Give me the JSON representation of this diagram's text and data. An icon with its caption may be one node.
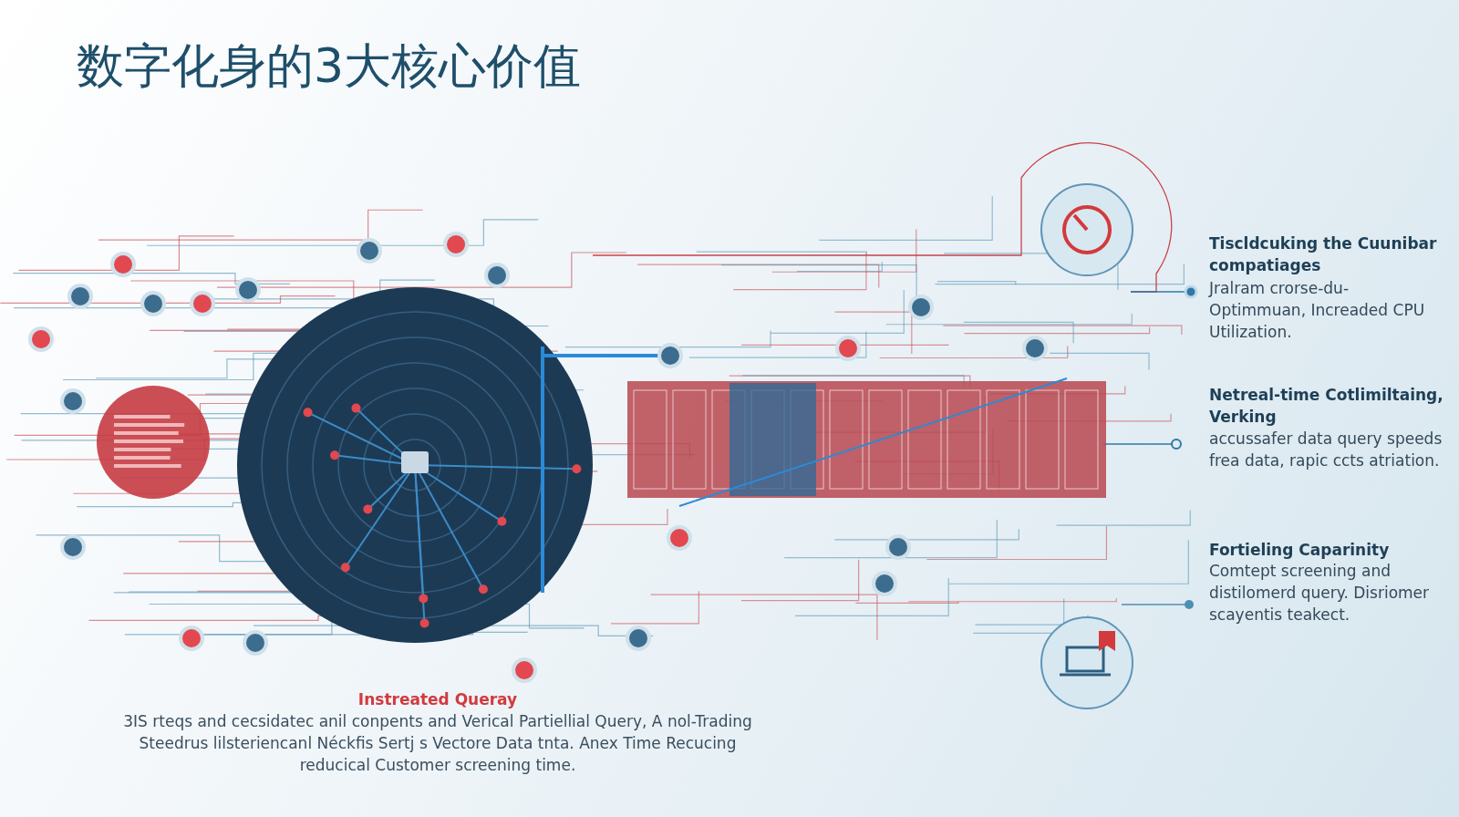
{
  "diagram": {
    "title": "数字化身的3大核心价值",
    "labels": [
      "Tiscldcuking the Cuunibar compatiages",
      "Jralram crorse-du- Optimmuan, Increaded CPU Utilization.",
      "Netreal-time Cotlimiltaing, Verking",
      "accussafer data query speeds frea data, rapic ccts atriation.",
      "Fortieling Caparinity",
      "Comtept screening and distilomerd query. Disriomer scayentis teakect.",
      "Instreated Queray",
      "3IS rteqs and cecsidatec anil conpents and Verical Partiellial Query, A nol-Trading Steedrus lilsteriencanl Néckfis Sertj s Vectore Data tnta. Anex Time Recucing reducical Customer screening time."
    ]
  }
}
